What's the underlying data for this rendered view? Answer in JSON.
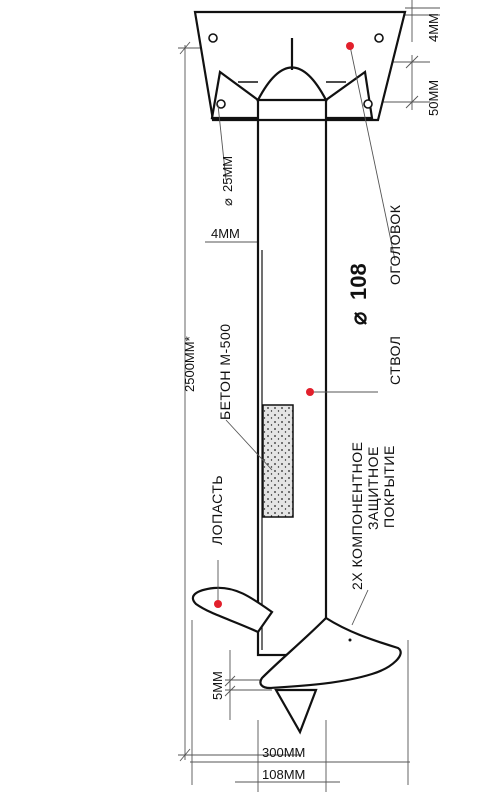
{
  "labels": {
    "head": "ОГОЛОВОК",
    "shaft": "СТВОЛ",
    "blade": "ЛОПАСТЬ",
    "concrete": "БЕТОН М-500",
    "coating_line1": "2Х КОМПОНЕНТНОЕ",
    "coating_line2": "ЗАЩИТНОЕ",
    "coating_line3": "ПОКРЫТИЕ"
  },
  "dimensions": {
    "plate_thickness": "4ММ",
    "rib_height": "50ММ",
    "hole_diameter": "25ММ",
    "wall_thickness": "4ММ",
    "pile_length": "2500ММ*",
    "blade_thickness": "5ММ",
    "blade_diameter": "300ММ",
    "shaft_width": "108ММ",
    "pipe_diameter": "108"
  },
  "colors": {
    "ink": "#111111",
    "dimension_line": "#555555",
    "marker": "#e2202c",
    "concrete_fill": "#e4e4e4"
  }
}
